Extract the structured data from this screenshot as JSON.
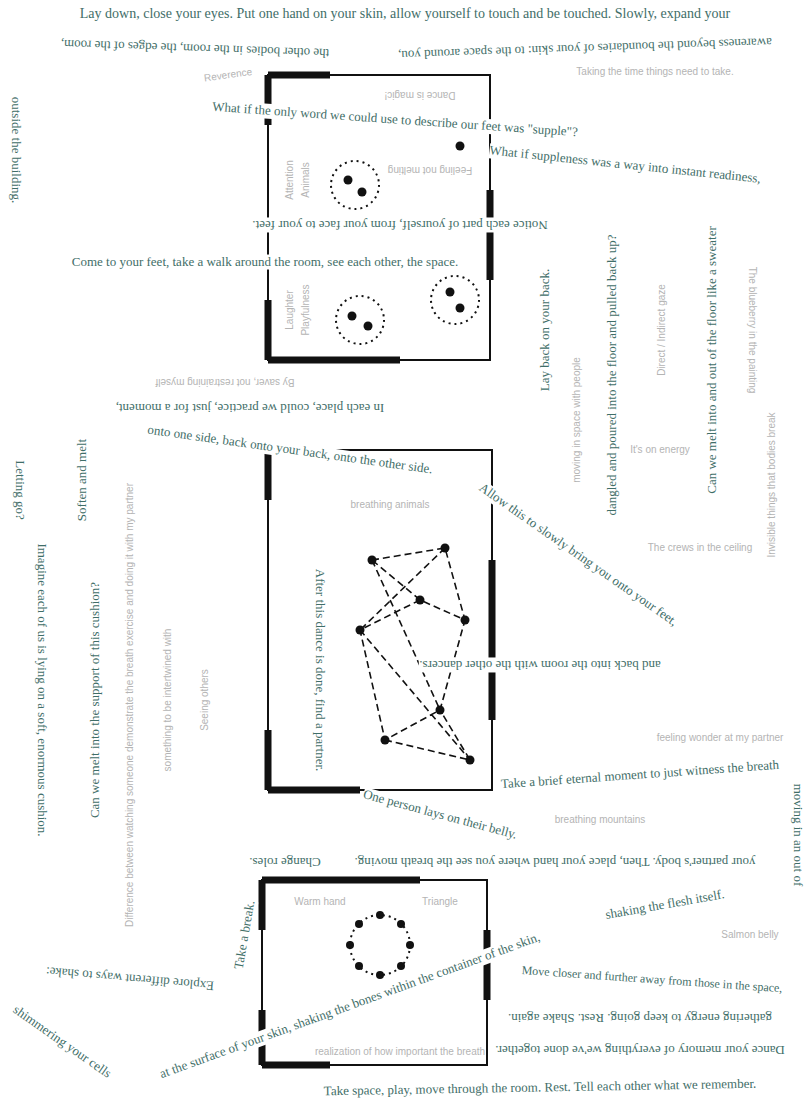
{
  "diagram": {
    "labels": [
      "Lay down, close your eyes. Put one hand on your skin, allow yourself to touch and be touched. Slowly, expand your",
      "awareness beyond the boundaries of your skin: to the space around you,",
      "the other bodies in the room, the edges of the room,",
      "outside the building.",
      "Come to your feet, take a walk around the room, see each other, the space.",
      "What if the only word we could use to describe our feet was \"supple\"?",
      "What if suppleness was a way into instant readiness,",
      "Can we melt into and out of the floor like a sweater",
      "dangled and poured into the floor and pulled back up?",
      "Lay back on your back.",
      "Notice each part of yourself, from your face to your feet.",
      "In each place, could we practice, just for a moment,",
      "Letting go?",
      "Imagine each of us is lying on a soft, enormous cushion.",
      "Can we melt into the support of this cushion?",
      "Soften and melt",
      "onto one side, back onto your back, onto the other side.",
      "Allow this to slowly bring you onto your feet,",
      "and back into the room with the other dancers.",
      "After this dance is done, find a partner.",
      "One person lays on their belly.",
      "Take a brief eternal moment to just witness the breath",
      "moving in an out of",
      "your partner's body. Then, place your hand where you see the breath moving.",
      "Change roles.",
      "Take a break.",
      "Explore different ways to shake:",
      "shimmering your cells",
      "at the surface of your skin, shaking the bones within the container of the skin,",
      "shaking the flesh itself.",
      "Move closer and further away from those in the space,",
      "gathering energy to keep going. Rest. Shake again.",
      "Dance your memory of everything we've done together.",
      "Take space, play, move through the room. Rest. Tell each other what we remember.",
      "Dance is magic!",
      "Taking the time things need to take.",
      "Reverence",
      "Attention",
      "Animals",
      "Laughter",
      "Playfulness",
      "Feeling not melting",
      "Direct / Indirect gaze",
      "moving in space with people",
      "The blueberry in the painting",
      "The crews in the ceiling",
      "Invisible things that bodies break",
      "By saver, not restraining myself",
      "It's on energy",
      "Difference between watching someone demonstrate the breath exercise and doing it with my partner",
      "something to be intertwined with",
      "Seeing others",
      "breathing animals",
      "breathing mountains",
      "feeling wonder at my partner",
      "Salmon belly",
      "Triangle",
      "Warm hand",
      "realization of how important the breath"
    ]
  }
}
